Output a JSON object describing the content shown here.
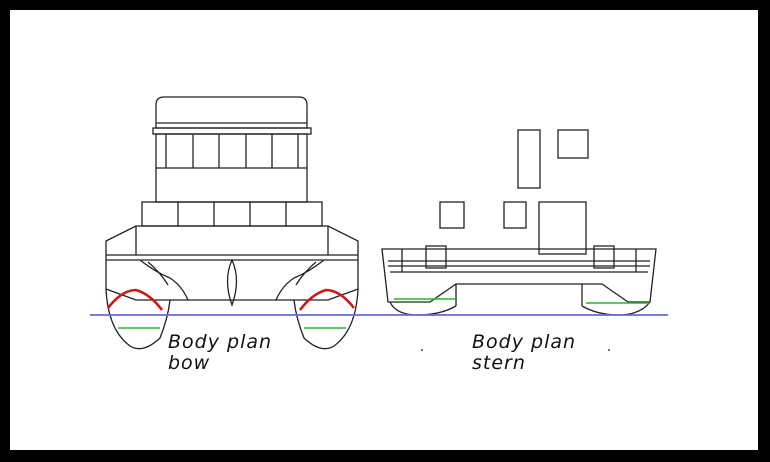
{
  "labels": {
    "bow_line1": "Body plan",
    "bow_line2": "bow",
    "stern_line1": "Body plan",
    "stern_line2": "stern"
  },
  "colors": {
    "frame": "#000000",
    "background": "#ffffff",
    "outline": "#222222",
    "waterline": "#6a6ad8",
    "chine_highlight": "#d01818",
    "inner_waterline": "#22bb22"
  }
}
